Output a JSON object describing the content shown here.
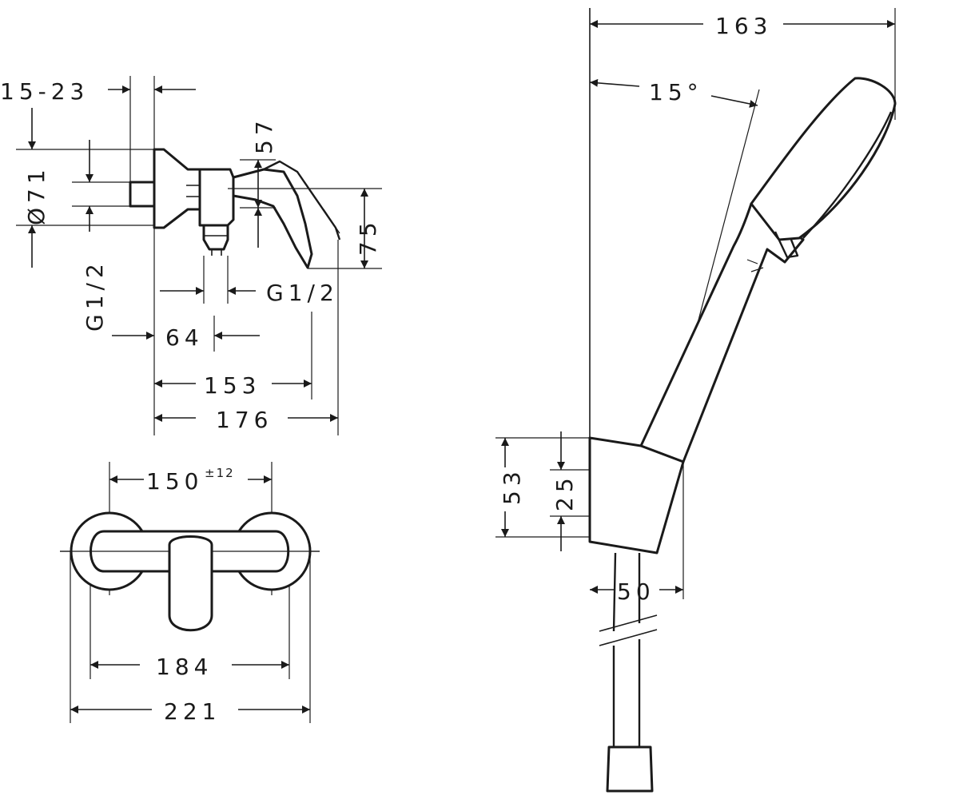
{
  "dimensions": {
    "eccentric_range": "15-23",
    "rosette_diameter": "Ø71",
    "lever_height": "57",
    "body_height": "75",
    "inlet_thread": "G1/2",
    "outlet_thread": "G1/2",
    "inlet_offset": "64",
    "depth_153": "153",
    "depth_176": "176",
    "centre_distance": "150",
    "centre_tolerance": "±12",
    "width_184": "184",
    "width_221": "221",
    "shower_projection": "163",
    "shower_angle": "15°",
    "holder_height": "53",
    "holder_mid": "25",
    "holder_depth": "50"
  }
}
